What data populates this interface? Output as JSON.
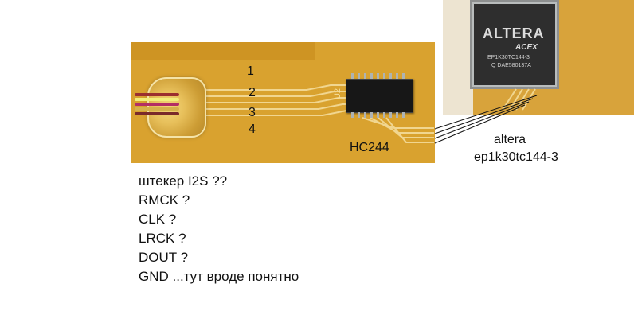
{
  "pin_labels": [
    "1",
    "2",
    "3",
    "4"
  ],
  "buffer_chip": {
    "label": "HC244",
    "silk_label": "U2"
  },
  "fpga_chip": {
    "logo": "ALTERA",
    "series": "ACEX",
    "part_marking": "EP1K30TC144-3",
    "lot_marking": "Q DAE580137A"
  },
  "fpga_caption": {
    "line1": "altera",
    "line2": "ep1k30tc144-3"
  },
  "notes": [
    "штекер I2S ??",
    "RMCK ?",
    "CLK ?",
    "LRCK ?",
    "DOUT ?",
    "GND  ...тут вроде понятно"
  ],
  "colors": {
    "pcb": "#d9a22f",
    "trace": "#f1d690",
    "ic": "#171717"
  }
}
